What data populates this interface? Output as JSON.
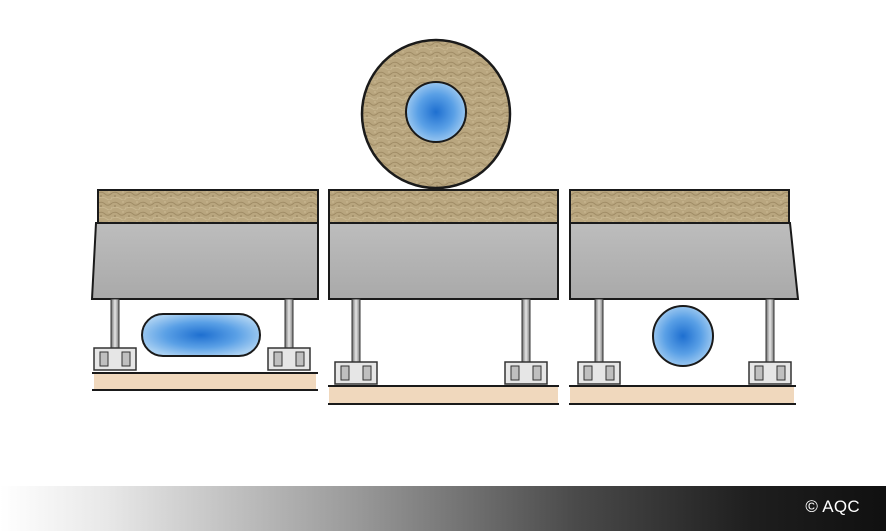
{
  "footer": {
    "copyright": "© AQC"
  },
  "colors": {
    "insulation": "#b5a27a",
    "slab": "#b5b5b5",
    "plank": "#f0d8bd",
    "pipe_core": "#3a8ad9",
    "outline": "#1a1a1a"
  },
  "panels": [
    {
      "name": "panel-left",
      "pipe": "oval-pipe"
    },
    {
      "name": "panel-middle",
      "pipe": "insulated-pipe-on-top"
    },
    {
      "name": "panel-right",
      "pipe": "round-pipe"
    }
  ]
}
